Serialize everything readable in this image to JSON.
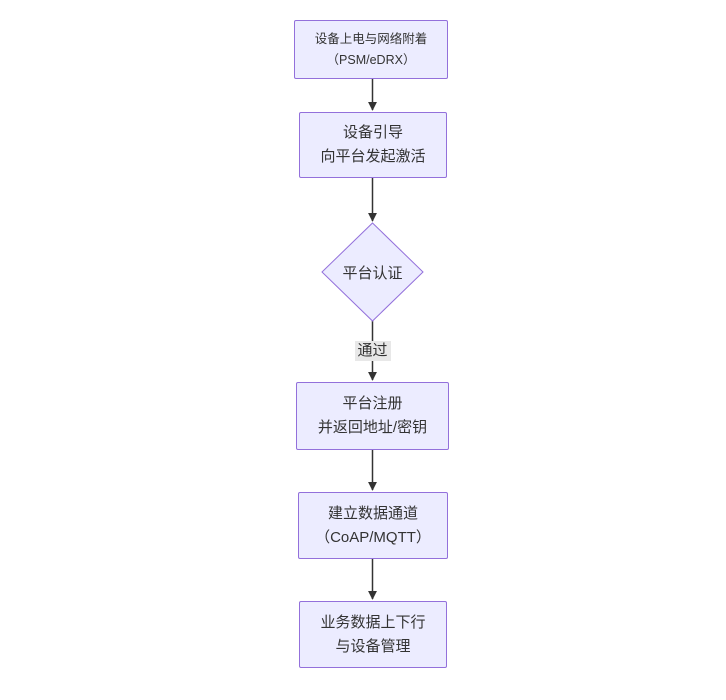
{
  "diagram": {
    "type": "flowchart",
    "direction": "top-down",
    "nodes": [
      {
        "id": "A",
        "shape": "rect",
        "lines": [
          "设备上电与网络附着",
          "（PSM/eDRX）"
        ]
      },
      {
        "id": "B",
        "shape": "rect",
        "lines": [
          "设备引导",
          "向平台发起激活"
        ]
      },
      {
        "id": "C",
        "shape": "diamond",
        "lines": [
          "平台认证"
        ]
      },
      {
        "id": "D",
        "shape": "rect",
        "lines": [
          "平台注册",
          "并返回地址/密钥"
        ]
      },
      {
        "id": "E",
        "shape": "rect",
        "lines": [
          "建立数据通道",
          "（CoAP/MQTT）"
        ]
      },
      {
        "id": "F",
        "shape": "rect",
        "lines": [
          "业务数据上下行",
          "与设备管理"
        ]
      }
    ],
    "edges": [
      {
        "from": "A",
        "to": "B",
        "label": ""
      },
      {
        "from": "B",
        "to": "C",
        "label": ""
      },
      {
        "from": "C",
        "to": "D",
        "label": "通过"
      },
      {
        "from": "D",
        "to": "E",
        "label": ""
      },
      {
        "from": "E",
        "to": "F",
        "label": ""
      }
    ]
  },
  "colors": {
    "node_fill": "#ECECFF",
    "node_border": "#9370DB",
    "edge_line": "#333333",
    "edge_label_bg": "#e8e8e8",
    "text": "#333333",
    "background": "#ffffff"
  }
}
